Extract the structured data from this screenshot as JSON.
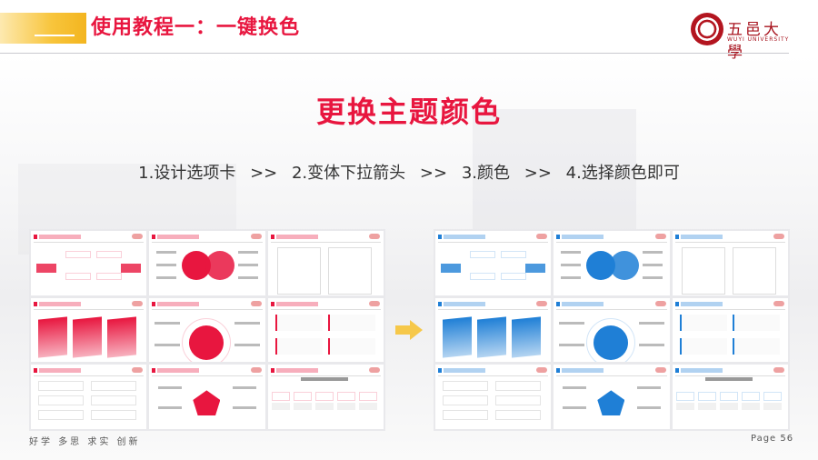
{
  "header": {
    "title": "使用教程一：一键换色",
    "logo_cn": "五邑大學",
    "logo_en": "WUYI UNIVERSITY"
  },
  "main": {
    "heading": "更换主题颜色",
    "steps": [
      "1.设计选项卡",
      ">>",
      "2.变体下拉箭头",
      ">>",
      "3.颜色",
      ">>",
      "4.选择颜色即可"
    ]
  },
  "panels": {
    "before_theme_color": "#e8163f",
    "after_theme_color": "#1f7fd6"
  },
  "footer": {
    "motto": "好学 多思 求实 创新",
    "page": "Page 56"
  },
  "colors": {
    "accent": "#e8163f",
    "header_bar": "#f8c53c",
    "logo": "#a8141f"
  }
}
